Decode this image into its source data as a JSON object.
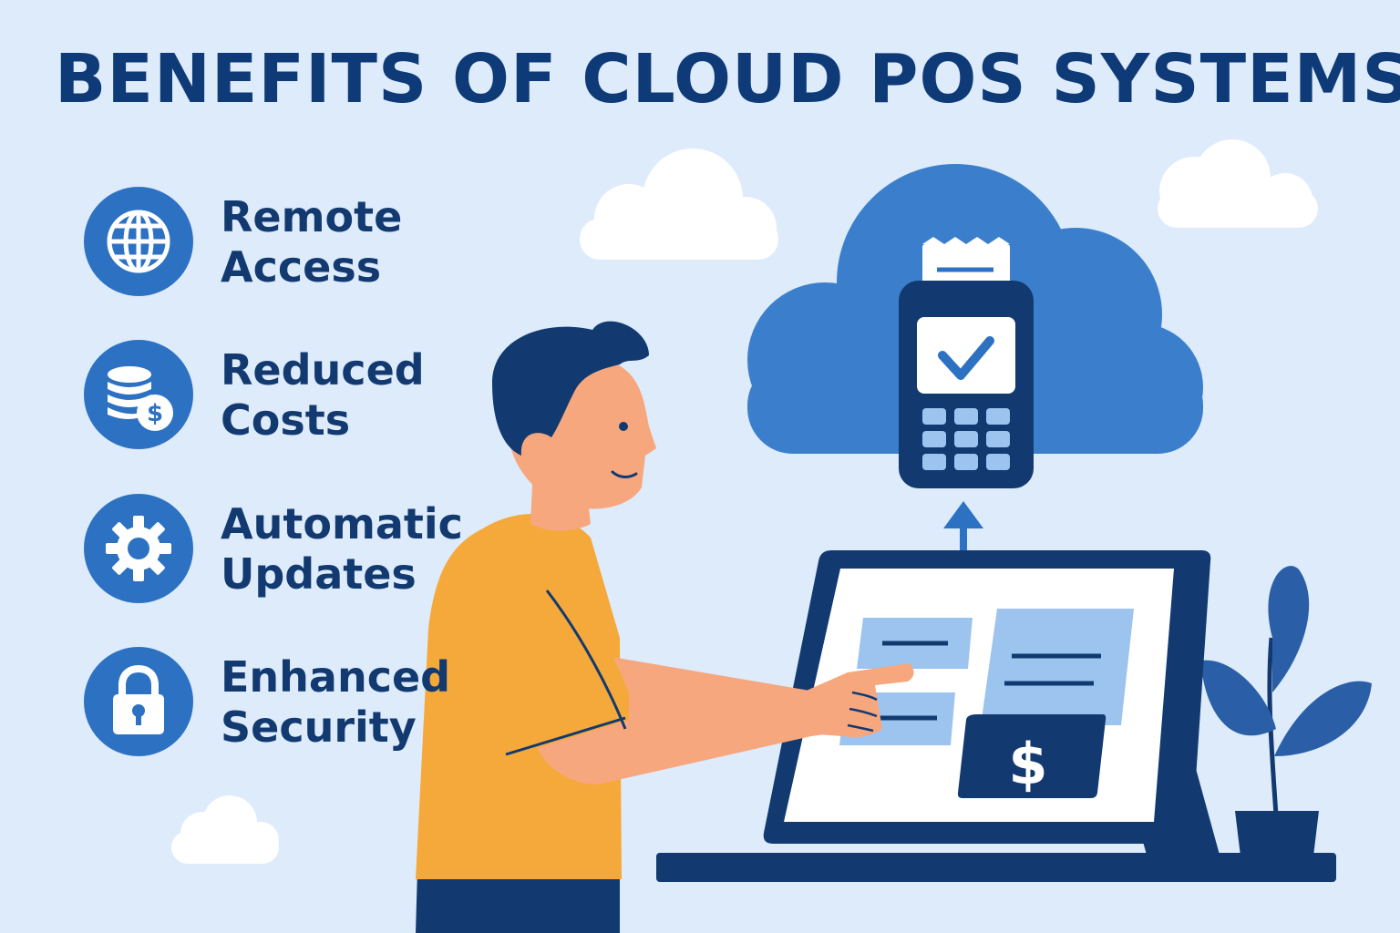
{
  "title": "BENEFITS OF CLOUD POS SYSTEMS",
  "benefits": [
    {
      "line1": "Remote",
      "line2": "Access",
      "icon": "globe-icon"
    },
    {
      "line1": "Reduced",
      "line2": "Costs",
      "icon": "coins-dollar-icon"
    },
    {
      "line1": "Automatic",
      "line2": "Updates",
      "icon": "gear-icon"
    },
    {
      "line1": "Enhanced",
      "line2": "Security",
      "icon": "padlock-icon"
    }
  ],
  "pos": {
    "currency_symbol": "$"
  },
  "colors": {
    "background": "#ddebfb",
    "navy": "#123a70",
    "badge_blue": "#2d72c2",
    "cloud_blue": "#3b7fcc",
    "shirt": "#f5a93a",
    "skin": "#f7a77e"
  }
}
